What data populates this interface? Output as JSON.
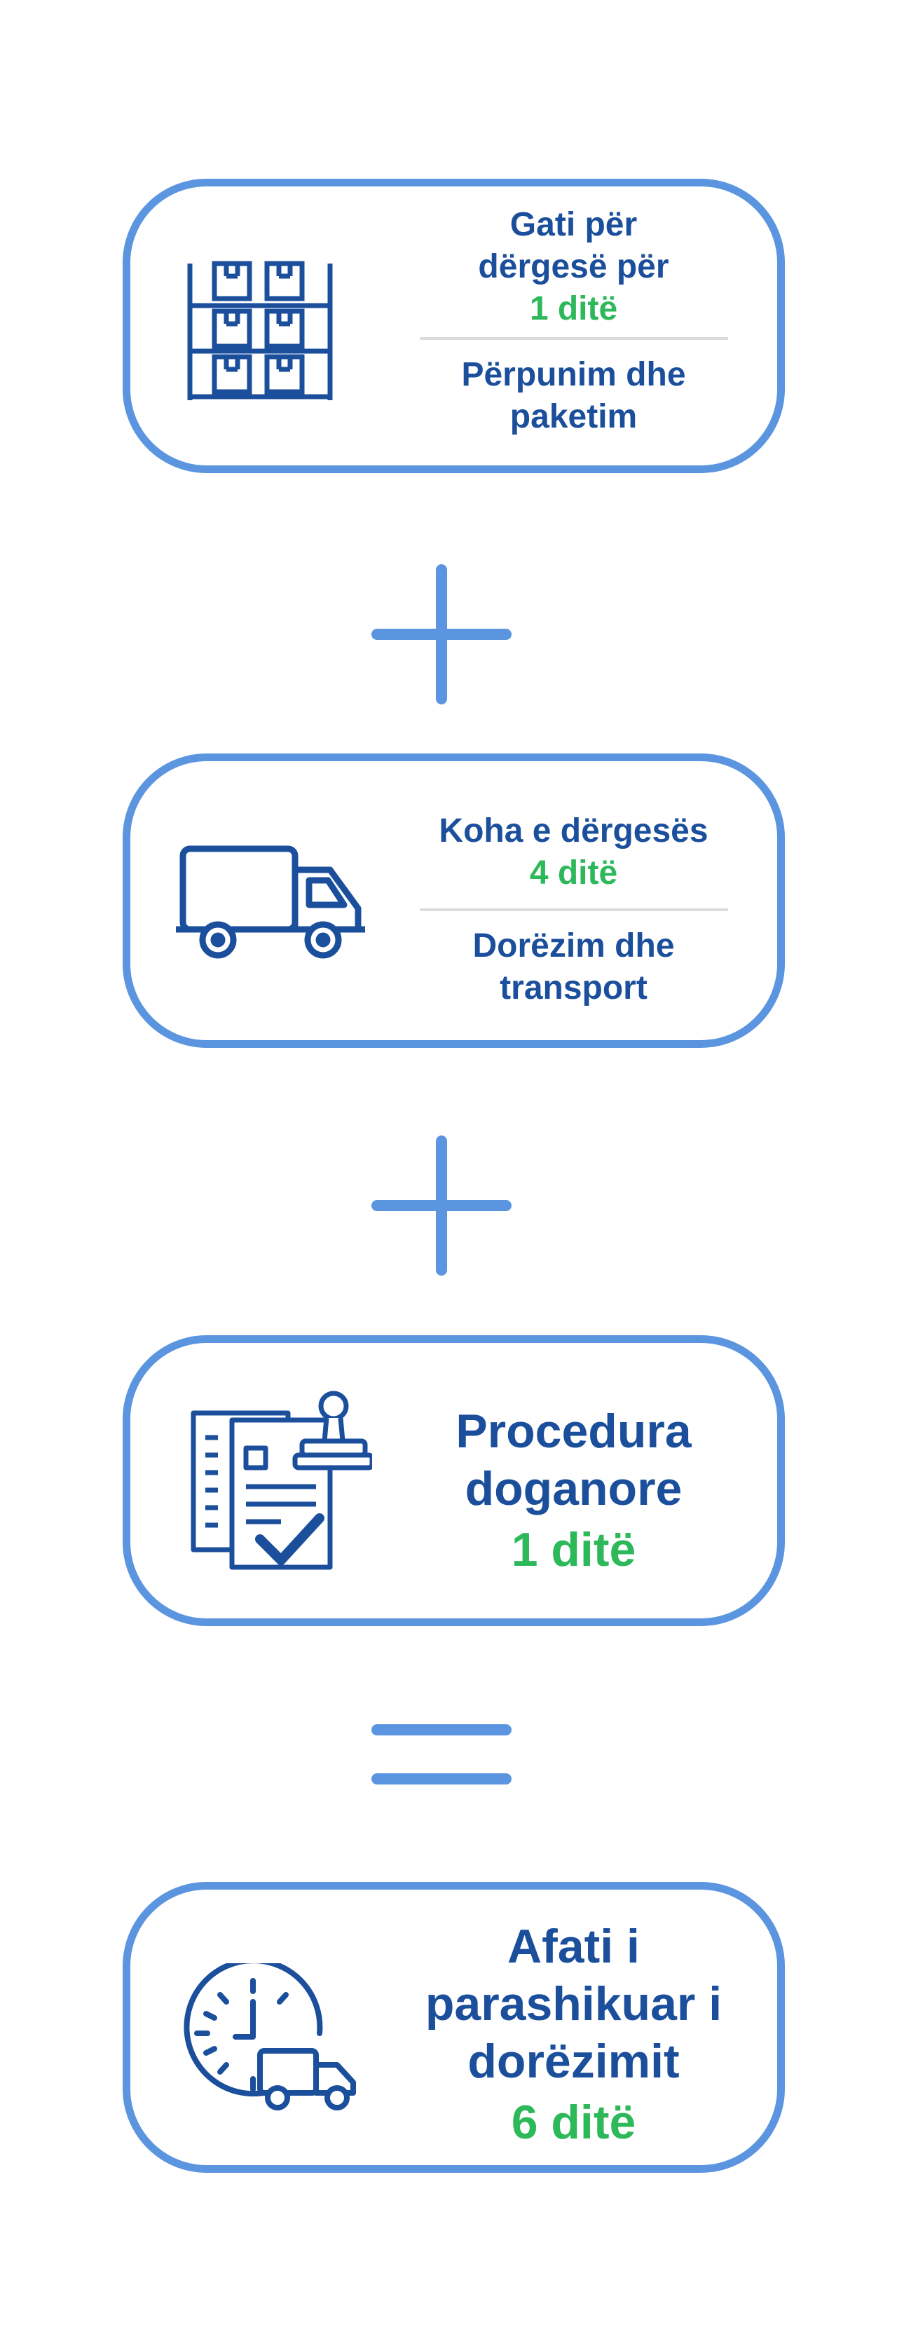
{
  "accent_color": "#5b95e0",
  "text_color": "#1b4f9c",
  "highlight_color": "#2db85a",
  "cards": [
    {
      "icon": "warehouse-shelves-icon",
      "title": "Gati për dërgesë për",
      "value": "1 ditë",
      "subtitle": "Përpunim dhe paketim"
    },
    {
      "icon": "delivery-truck-icon",
      "title": "Koha e dërgesës",
      "value": "4 ditë",
      "subtitle": "Dorëzim dhe transport"
    },
    {
      "icon": "customs-documents-stamp-icon",
      "title": "Procedura doganore",
      "value": "1 ditë"
    },
    {
      "icon": "clock-truck-icon",
      "title": "Afati i parashikuar i dorëzimit",
      "value": "6 ditë"
    }
  ],
  "operators": [
    "plus-icon",
    "plus-icon",
    "equals-icon"
  ]
}
